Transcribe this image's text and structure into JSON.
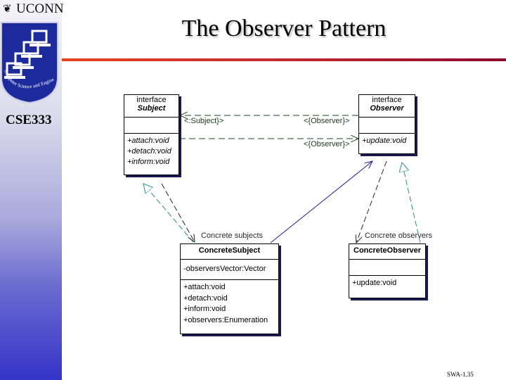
{
  "sidebar": {
    "brand": "UCONN",
    "crest_text": "Computer Science and Engineering",
    "course": "CSE333"
  },
  "slide": {
    "title": "The Observer Pattern",
    "footer": "SWA-1.35"
  },
  "colors": {
    "sidebar_top": "#f4f4f8",
    "sidebar_bottom": "#3434c8",
    "rule_start": "#e8441c",
    "rule_end": "#8c0a2c",
    "dependency": "#1f4a1f",
    "realization": "#2a8a8a",
    "association": "#1a1a9a"
  },
  "diagram": {
    "subject": {
      "stereotype": "interface",
      "name": "Subject",
      "attributes": "",
      "operations": [
        "+attach:void",
        "+detach:void",
        "+inform:void"
      ]
    },
    "observer": {
      "stereotype": "interface",
      "name": "Observer",
      "attributes": "",
      "operations": [
        "+update:void"
      ]
    },
    "concrete_subject": {
      "name": "ConcreteSubject",
      "attributes": [
        "-observersVector:Vector"
      ],
      "operations": [
        "+attach:void",
        "+detach:void",
        "+inform:void",
        "+observers:Enumeration"
      ]
    },
    "concrete_observer": {
      "name": "ConcreteObserver",
      "attributes": "",
      "operations": [
        "+update:void"
      ]
    },
    "labels": {
      "subject_role": "<:Subject}>",
      "observer_role_1": "<{Observer}>",
      "observer_role_2": "<{Observer}>",
      "concrete_subjects": "Concrete subjects",
      "concrete_observers": "Concrete observers"
    }
  }
}
